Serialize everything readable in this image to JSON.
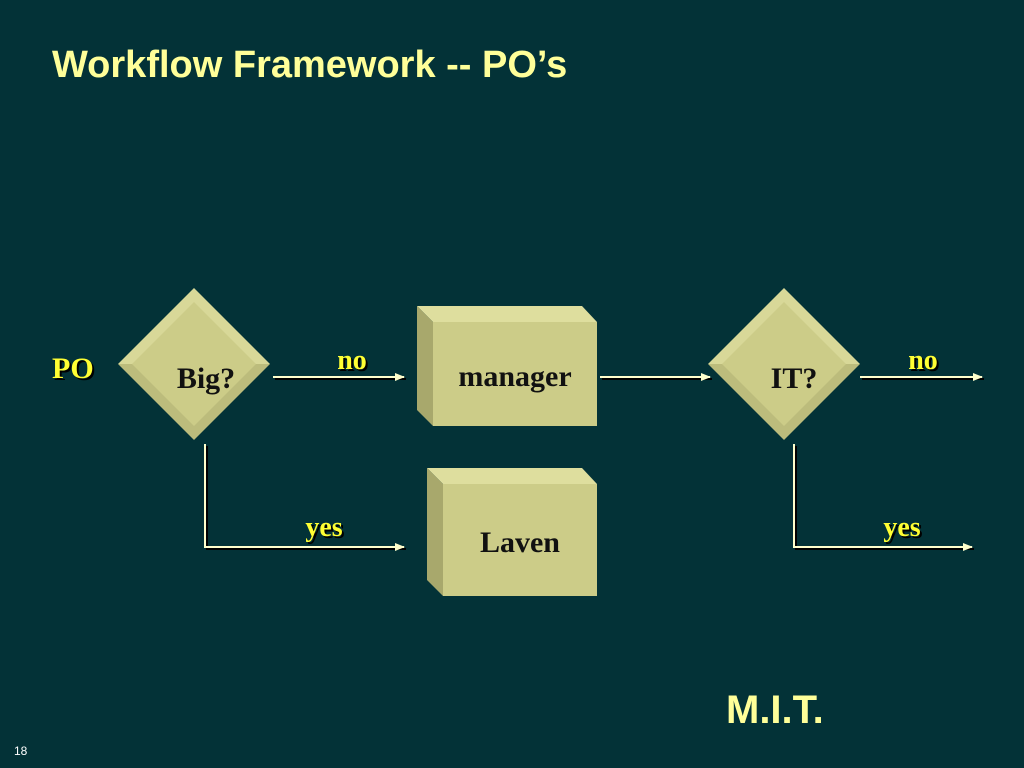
{
  "slide": {
    "title": "Workflow Framework -- PO’s",
    "footer_org": "M.I.T.",
    "number": "18"
  },
  "diagram": {
    "start_label": "PO",
    "decisions": {
      "big": "Big?",
      "it": "IT?"
    },
    "boxes": {
      "manager": "manager",
      "laven": "Laven"
    },
    "edges": {
      "big_no": "no",
      "big_yes": "yes",
      "it_no": "no",
      "it_yes": "yes"
    },
    "colors": {
      "background": "#033237",
      "title": "#ffff99",
      "edge_label": "#ffff33",
      "shape_face": "#cccc88",
      "shape_light": "#dede9e",
      "shape_dark": "#a8a86c",
      "arrow": "#ffffcc"
    }
  }
}
